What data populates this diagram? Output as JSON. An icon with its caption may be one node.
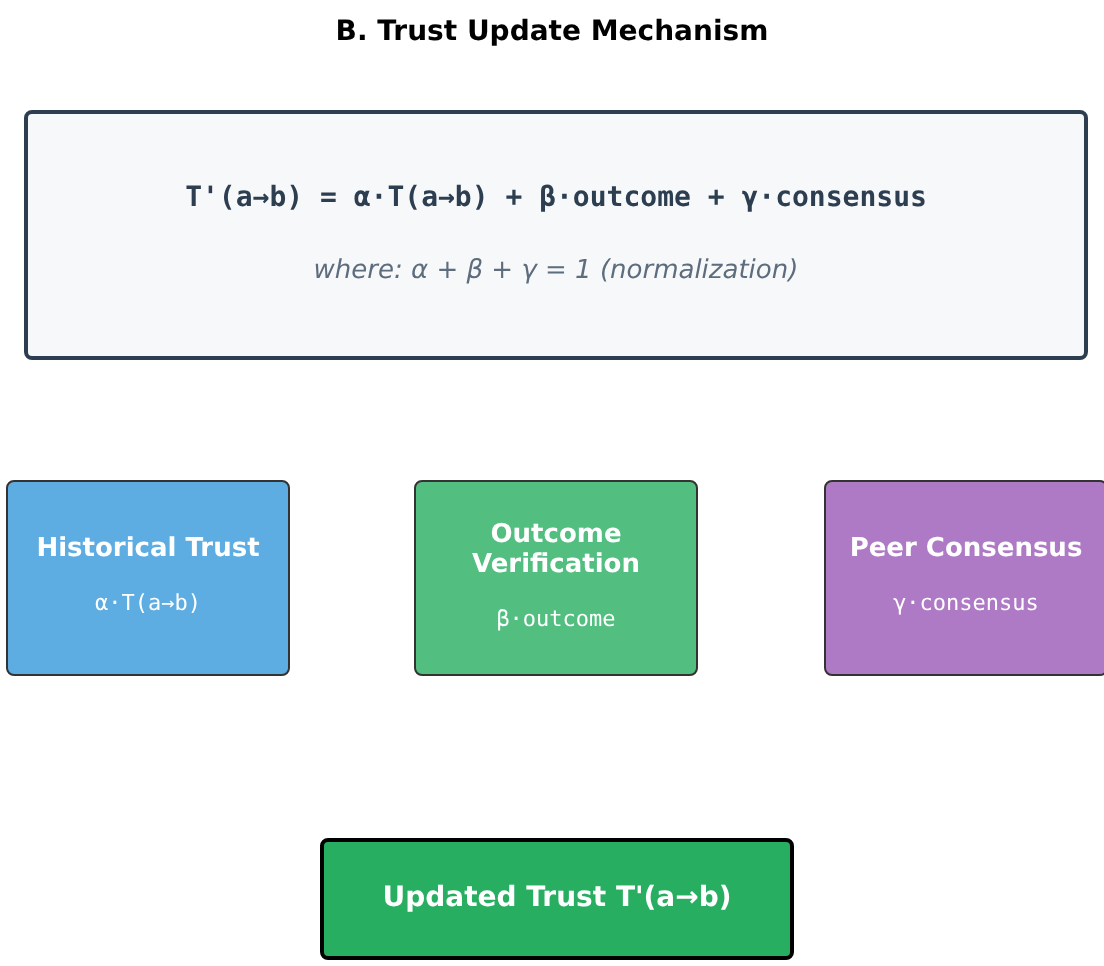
{
  "diagram": {
    "title": "B. Trust Update Mechanism",
    "nodes": [
      {
        "text": [
          "T'(a→b) = α·T(a→b) + β·outcome + γ·consensus",
          "where: α + β + γ = 1 (normalization)"
        ]
      },
      {
        "text": [
          "Historical Trust",
          "α·T(a→b)"
        ]
      },
      {
        "text": [
          "Outcome Verification",
          "β·outcome"
        ]
      },
      {
        "text": [
          "Peer Consensus",
          "γ·consensus"
        ]
      },
      {
        "text": [
          "Updated Trust T'(a→b)"
        ]
      }
    ]
  }
}
